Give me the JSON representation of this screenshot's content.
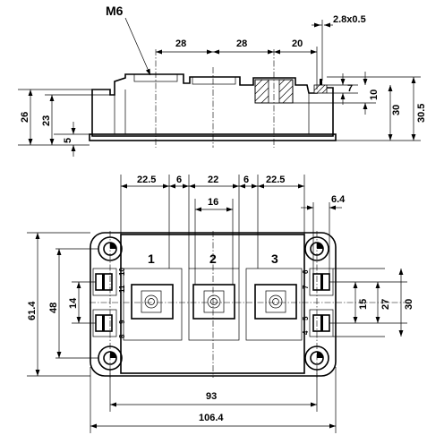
{
  "side_view": {
    "thread_label": "M6",
    "top_dims": [
      "28",
      "28",
      "20"
    ],
    "tab_dim": "2.8x0.5",
    "right_dims": [
      "7",
      "10",
      "30",
      "30.5"
    ],
    "left_dims": [
      "26",
      "23",
      "5"
    ]
  },
  "top_view": {
    "top_dims": [
      "22.5",
      "6",
      "22",
      "6",
      "22.5"
    ],
    "inner_dim": "16",
    "tab_width_dim": "6.4",
    "terminal_numbers": [
      "1",
      "2",
      "3"
    ],
    "left_pins": [
      "11",
      "10",
      "9",
      "8"
    ],
    "right_pins": [
      "6",
      "7",
      "5",
      "4"
    ],
    "left_dims": [
      "61.4",
      "48",
      "14"
    ],
    "right_dims": [
      "15",
      "27",
      "30"
    ],
    "bottom_dims": [
      "93",
      "106.4"
    ]
  }
}
